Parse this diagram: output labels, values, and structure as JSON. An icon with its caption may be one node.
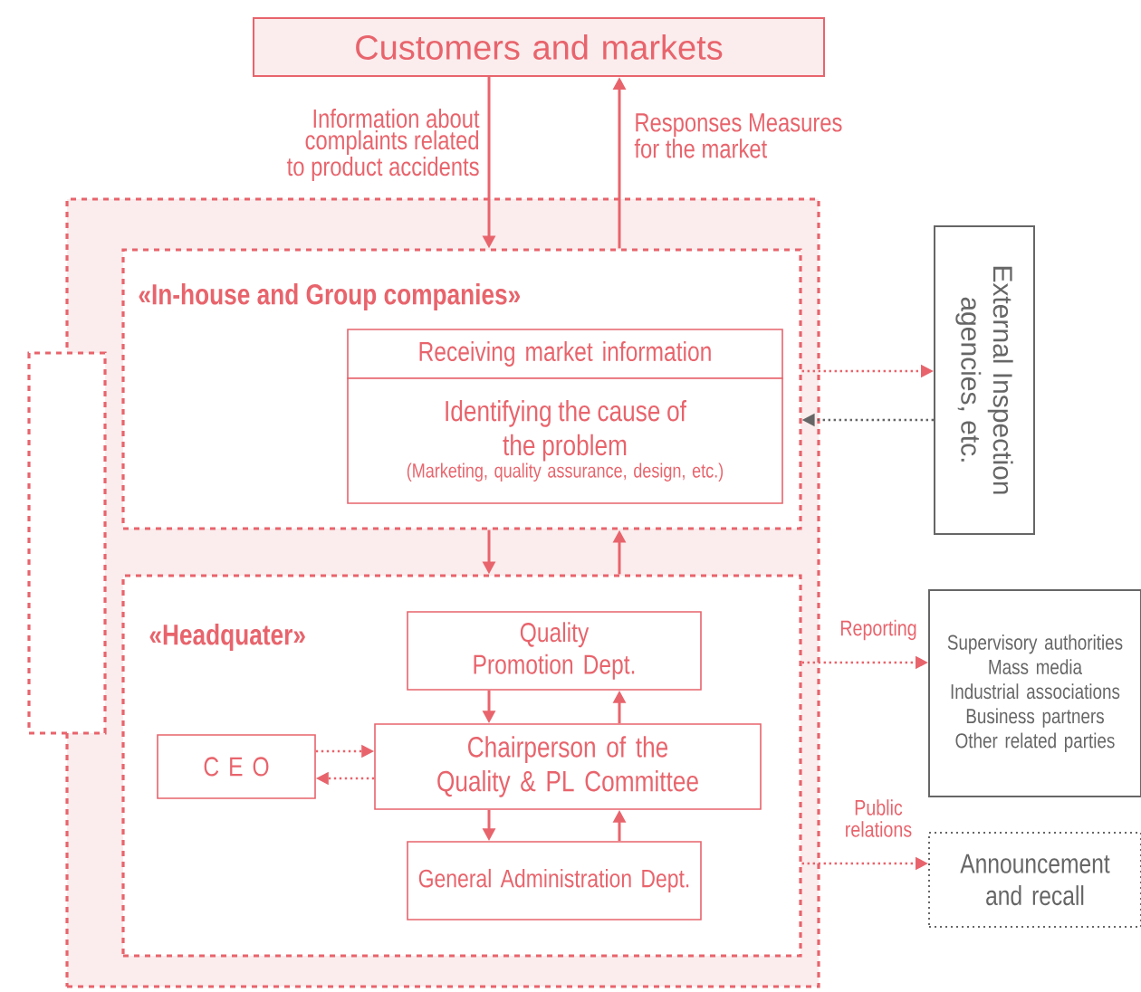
{
  "diagram": {
    "nodes": [
      {
        "text": [
          "Customers and markets"
        ]
      },
      {
        "text": [],
        "shape": "box"
      },
      {
        "text": [],
        "shape": "box"
      },
      {
        "text": [
          "«In-house and Group companies»"
        ],
        "in": 1
      },
      {
        "text": [
          "Receiving market information"
        ],
        "in": 3
      },
      {
        "text": [
          "Identifying the cause of the problem",
          "(Marketing, quality assurance, design, etc.)"
        ],
        "in": 3
      },
      {
        "text": [
          "External Inspection agencies, etc."
        ]
      },
      {
        "text": [
          "«Headquater»"
        ],
        "in": 1
      },
      {
        "text": [
          "Quality Promotion Dept."
        ],
        "in": 7
      },
      {
        "text": [
          "C E O"
        ],
        "in": 7
      },
      {
        "text": [
          "Chairperson of the Quality & PL Committee"
        ],
        "in": 7
      },
      {
        "text": [
          "General Administration Dept."
        ],
        "in": 7
      },
      {
        "text": [
          "Supervisory authorities",
          "Mass media",
          "Industrial associations",
          "Business partners",
          "Other related parties"
        ]
      },
      {
        "text": [
          "Announcement and recall"
        ]
      }
    ],
    "edges": [
      {
        "from": 0,
        "to": 3,
        "arrow": "to",
        "label": "Information about complaints related to product accidents"
      },
      {
        "from": 3,
        "to": 0,
        "arrow": "to",
        "label": "Responses Measures for the market"
      },
      {
        "from": 3,
        "to": 7,
        "arrow": "to"
      },
      {
        "from": 7,
        "to": 3,
        "arrow": "to"
      },
      {
        "from": 3,
        "to": 6,
        "arrow": "to",
        "style": "dashed"
      },
      {
        "from": 6,
        "to": 3,
        "arrow": "to",
        "style": "dashed",
        "color": "#666666"
      },
      {
        "from": 8,
        "to": 10,
        "arrow": "to"
      },
      {
        "from": 10,
        "to": 8,
        "arrow": "to"
      },
      {
        "from": 9,
        "to": 10,
        "arrow": "to",
        "style": "dashed"
      },
      {
        "from": 10,
        "to": 9,
        "arrow": "to",
        "style": "dashed"
      },
      {
        "from": 10,
        "to": 11,
        "arrow": "to"
      },
      {
        "from": 11,
        "to": 10,
        "arrow": "to"
      },
      {
        "from": 7,
        "to": 12,
        "arrow": "to",
        "style": "dashed",
        "label": "Reporting"
      },
      {
        "from": 7,
        "to": 13,
        "arrow": "to",
        "style": "dashed",
        "label": "Public relations"
      }
    ]
  }
}
